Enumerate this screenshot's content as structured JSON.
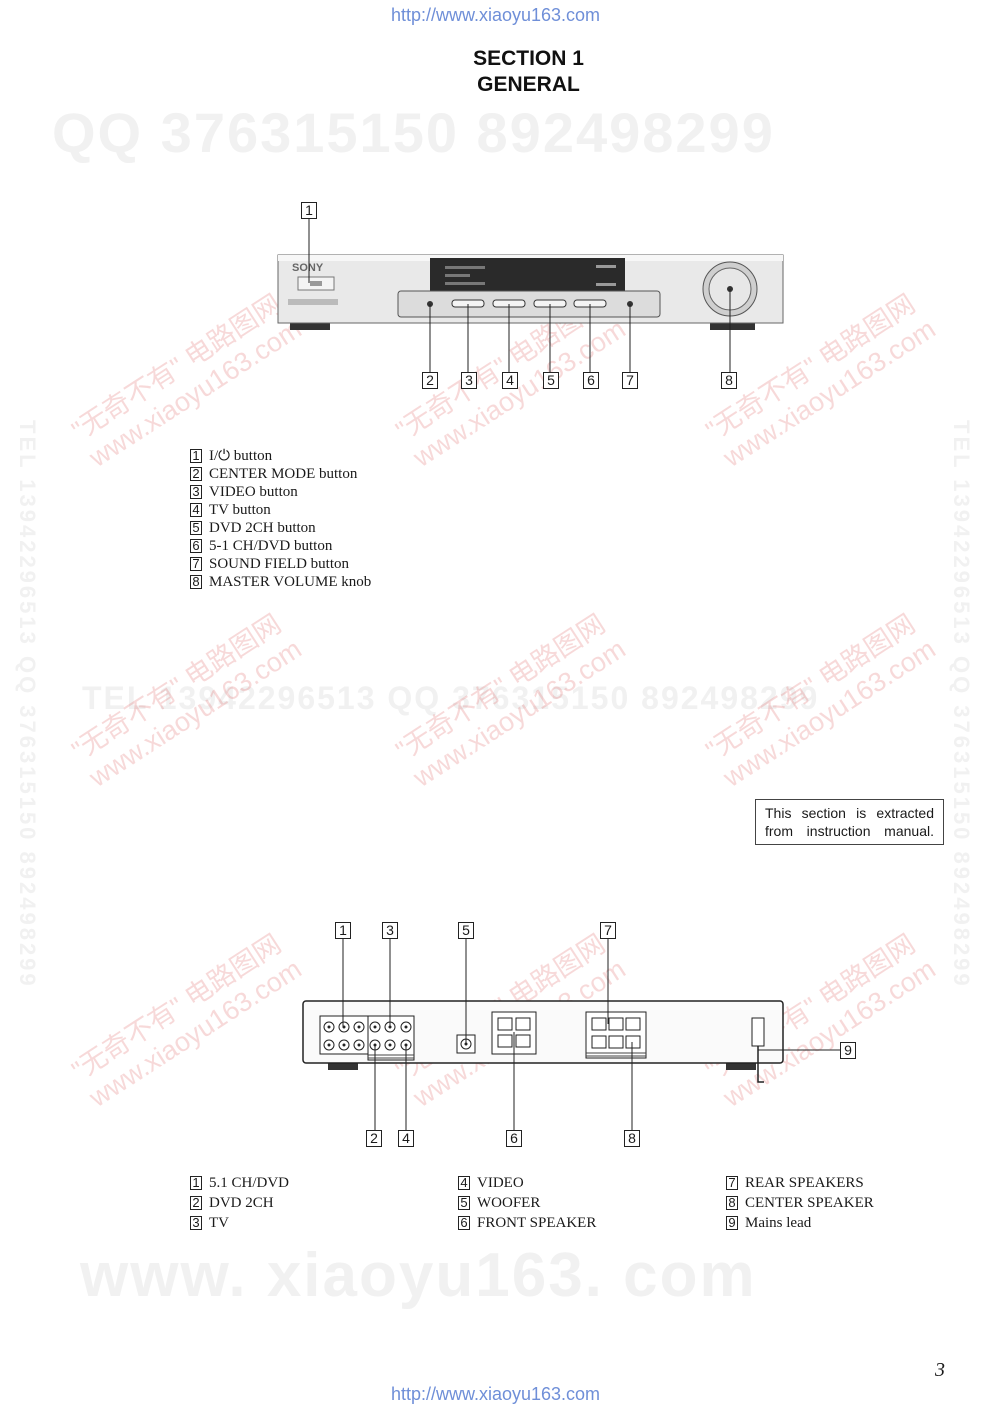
{
  "header": {
    "url": "http://www.xiaoyu163.com"
  },
  "footer": {
    "url": "http://www.xiaoyu163.com",
    "page_number": "3"
  },
  "section": {
    "line1": "SECTION 1",
    "line2": "GENERAL"
  },
  "watermarks": {
    "qq_line": "QQ 376315150   892498299",
    "tel_line": "TEL 13942296513   QQ 376315150   892498299",
    "side": "TEL 13942296513 QQ 376315150 892498299",
    "site": "www. xiaoyu163. com",
    "diag1": "\"无奇不有\" 电路图网",
    "diag2": "www.xiaoyu163.com"
  },
  "front_panel": {
    "callouts": [
      "1",
      "2",
      "3",
      "4",
      "5",
      "6",
      "7",
      "8"
    ],
    "legend": [
      {
        "n": "1",
        "label": "I/⏻ button"
      },
      {
        "n": "2",
        "label": "CENTER MODE button"
      },
      {
        "n": "3",
        "label": "VIDEO button"
      },
      {
        "n": "4",
        "label": "TV button"
      },
      {
        "n": "5",
        "label": "DVD 2CH button"
      },
      {
        "n": "6",
        "label": "5-1 CH/DVD button"
      },
      {
        "n": "7",
        "label": "SOUND FIELD button"
      },
      {
        "n": "8",
        "label": "MASTER VOLUME knob"
      }
    ]
  },
  "note": "This section is extracted from instruction manual.",
  "rear_panel": {
    "callouts": [
      "1",
      "2",
      "3",
      "4",
      "5",
      "6",
      "7",
      "8",
      "9"
    ],
    "legend_col1": [
      {
        "n": "1",
        "label": "5.1 CH/DVD"
      },
      {
        "n": "2",
        "label": "DVD 2CH"
      },
      {
        "n": "3",
        "label": "TV"
      }
    ],
    "legend_col2": [
      {
        "n": "4",
        "label": "VIDEO"
      },
      {
        "n": "5",
        "label": "WOOFER"
      },
      {
        "n": "6",
        "label": "FRONT SPEAKER"
      }
    ],
    "legend_col3": [
      {
        "n": "7",
        "label": "REAR SPEAKERS"
      },
      {
        "n": "8",
        "label": "CENTER SPEAKER"
      },
      {
        "n": "9",
        "label": "Mains lead"
      }
    ]
  }
}
